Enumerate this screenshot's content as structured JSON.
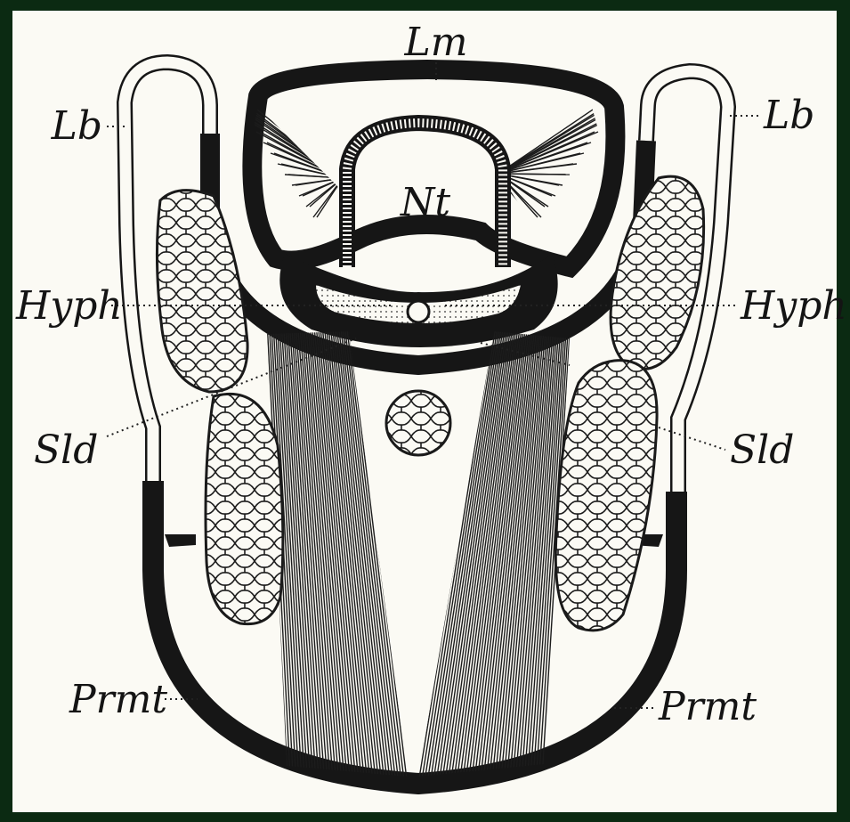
{
  "colors": {
    "frame": "#0b2a12",
    "paper": "#fbfaf4",
    "ink": "#161616"
  },
  "labels": {
    "lm": "Lm",
    "nt": "Nt",
    "lb_left": "Lb",
    "lb_right": "Lb",
    "hyph_left": "Hyph",
    "hyph_right": "Hyph",
    "sld_left": "Sld",
    "sld_right": "Sld",
    "prmt_left": "Prmt",
    "prmt_right": "Prmt"
  }
}
